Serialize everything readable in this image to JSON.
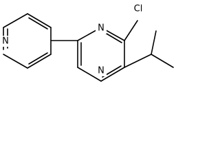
{
  "molecule": {
    "atoms": {
      "pyridine_n": "N",
      "pyrimidine_n1": "N",
      "pyrimidine_n3": "N",
      "chlorine": "Cl"
    }
  },
  "colors": {
    "bond": "#000000",
    "text": "#000000",
    "background": "#ffffff"
  }
}
